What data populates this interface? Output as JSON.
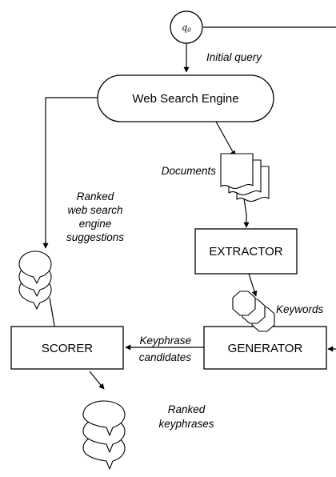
{
  "nodes": {
    "query": {
      "symbol": "q",
      "subscript": "0"
    },
    "search_engine": "Web Search Engine",
    "extractor": "EXTRACTOR",
    "generator": "GENERATOR",
    "scorer": "SCORER"
  },
  "annotations": {
    "initial_query": "Initial query",
    "documents": "Documents",
    "suggestions": [
      "Ranked",
      "web search",
      "engine",
      "suggestions"
    ],
    "keywords": "Keywords",
    "candidates": [
      "Keyphrase",
      "candidates"
    ],
    "ranked_keyphrases": [
      "Ranked",
      "keyphrases"
    ]
  }
}
